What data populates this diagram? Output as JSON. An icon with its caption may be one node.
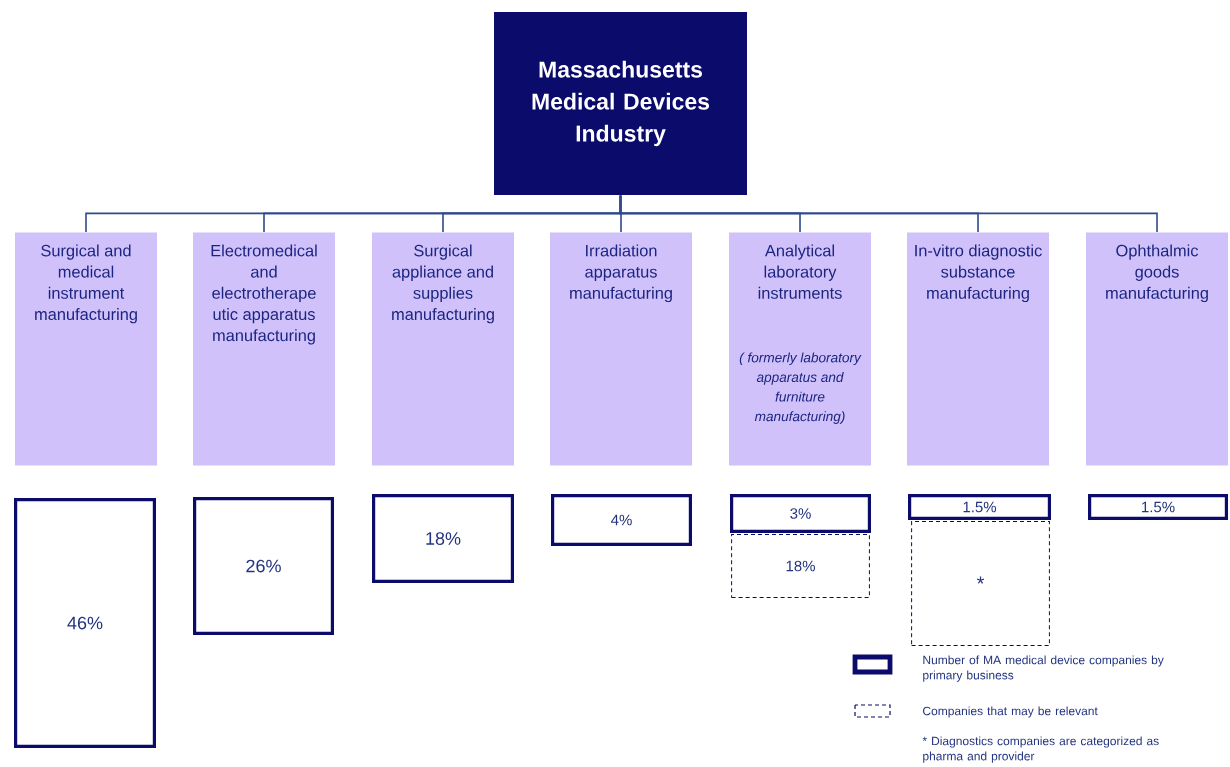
{
  "diagram": {
    "nodes": [
      {
        "text": [
          "Massachusetts Medical Devices Industry"
        ]
      },
      {
        "text": [
          "Surgical and medical instrument manufacturing"
        ]
      },
      {
        "text": [
          "Electromedical and electrotherape utic apparatus manufacturing"
        ]
      },
      {
        "text": [
          "Surgical appliance and supplies manufacturing"
        ]
      },
      {
        "text": [
          "Irradiation apparatus manufacturing"
        ]
      },
      {
        "text": [
          "Analytical laboratory instruments",
          "( formerly laboratory apparatus and furniture manufacturing)"
        ]
      },
      {
        "text": [
          "In-vitro diagnostic substance manufacturing"
        ]
      },
      {
        "text": [
          "Ophthalmic goods manufacturing"
        ]
      },
      {
        "text": [
          "46%"
        ]
      },
      {
        "text": [
          "26%"
        ]
      },
      {
        "text": [
          "18%"
        ]
      },
      {
        "text": [
          "4%"
        ]
      },
      {
        "text": [
          "3%"
        ]
      },
      {
        "text": [
          "18%"
        ]
      },
      {
        "text": [
          "1.5%"
        ]
      },
      {
        "text": [
          "*"
        ]
      },
      {
        "text": [
          "1.5%"
        ]
      }
    ],
    "edges": [
      {
        "from": 0,
        "to": 1,
        "arrow": "none"
      },
      {
        "from": 0,
        "to": 2,
        "arrow": "none"
      },
      {
        "from": 0,
        "to": 3,
        "arrow": "none"
      },
      {
        "from": 0,
        "to": 4,
        "arrow": "none"
      },
      {
        "from": 0,
        "to": 5,
        "arrow": "none"
      },
      {
        "from": 0,
        "to": 6,
        "arrow": "none"
      },
      {
        "from": 0,
        "to": 7,
        "arrow": "none"
      }
    ],
    "labels": [
      "* Diagnostics companies are categorized as pharma and provider"
    ],
    "legend": [
      {
        "text": "Number of  MA medical device companies by primary business"
      },
      {
        "text": "Companies that may be relevant"
      }
    ]
  }
}
